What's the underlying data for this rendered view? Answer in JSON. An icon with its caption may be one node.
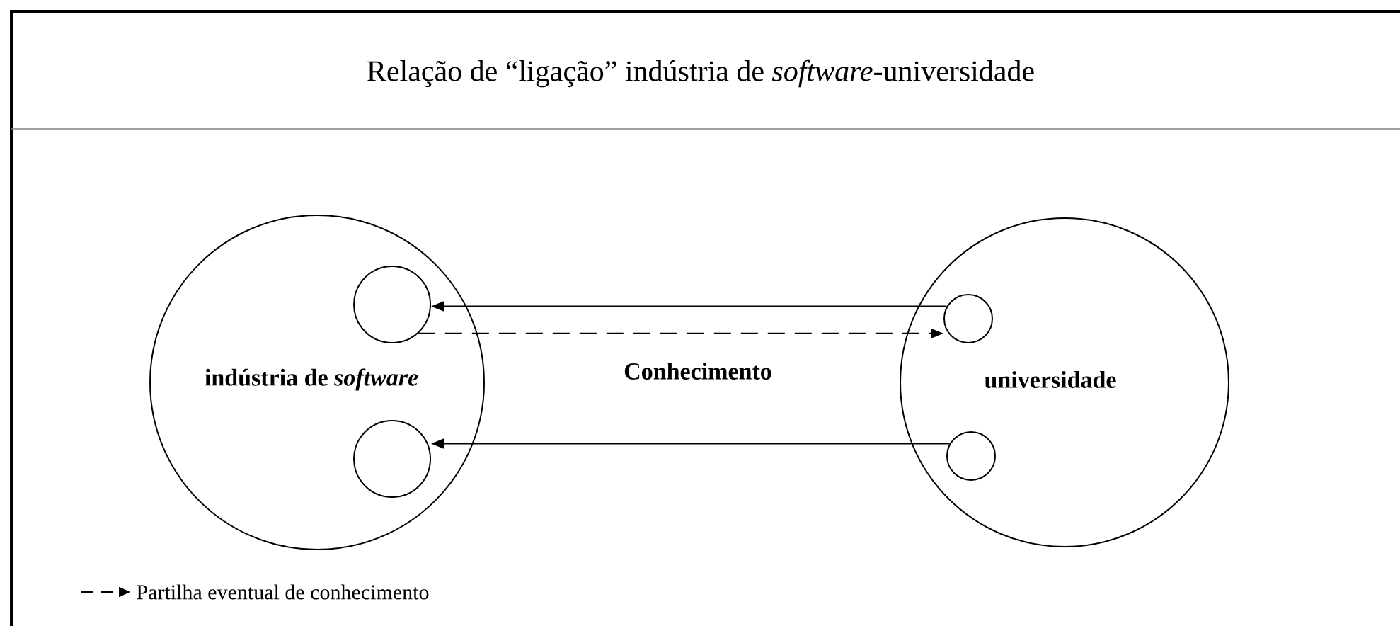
{
  "diagram": {
    "title": "Relação de “ligação” indústria de *software*-universidade",
    "nodes": [
      {
        "text": [
          "indústria de *software*"
        ]
      },
      {
        "text": [],
        "shape": "circle",
        "in": 0
      },
      {
        "text": [],
        "shape": "circle",
        "in": 0
      },
      {
        "text": [
          "universidade"
        ]
      },
      {
        "text": [],
        "shape": "circle",
        "in": 3
      },
      {
        "text": [],
        "shape": "circle",
        "in": 3
      }
    ],
    "edges": [
      {
        "from": 4,
        "to": 1,
        "arrow": "to"
      },
      {
        "from": 1,
        "to": 4,
        "arrow": "to",
        "style": "dashed"
      },
      {
        "from": 5,
        "to": 2,
        "arrow": "to"
      }
    ],
    "labels": [
      "Conhecimento"
    ],
    "legend": [
      {
        "text": "Partilha eventual de conhecimento"
      }
    ]
  }
}
